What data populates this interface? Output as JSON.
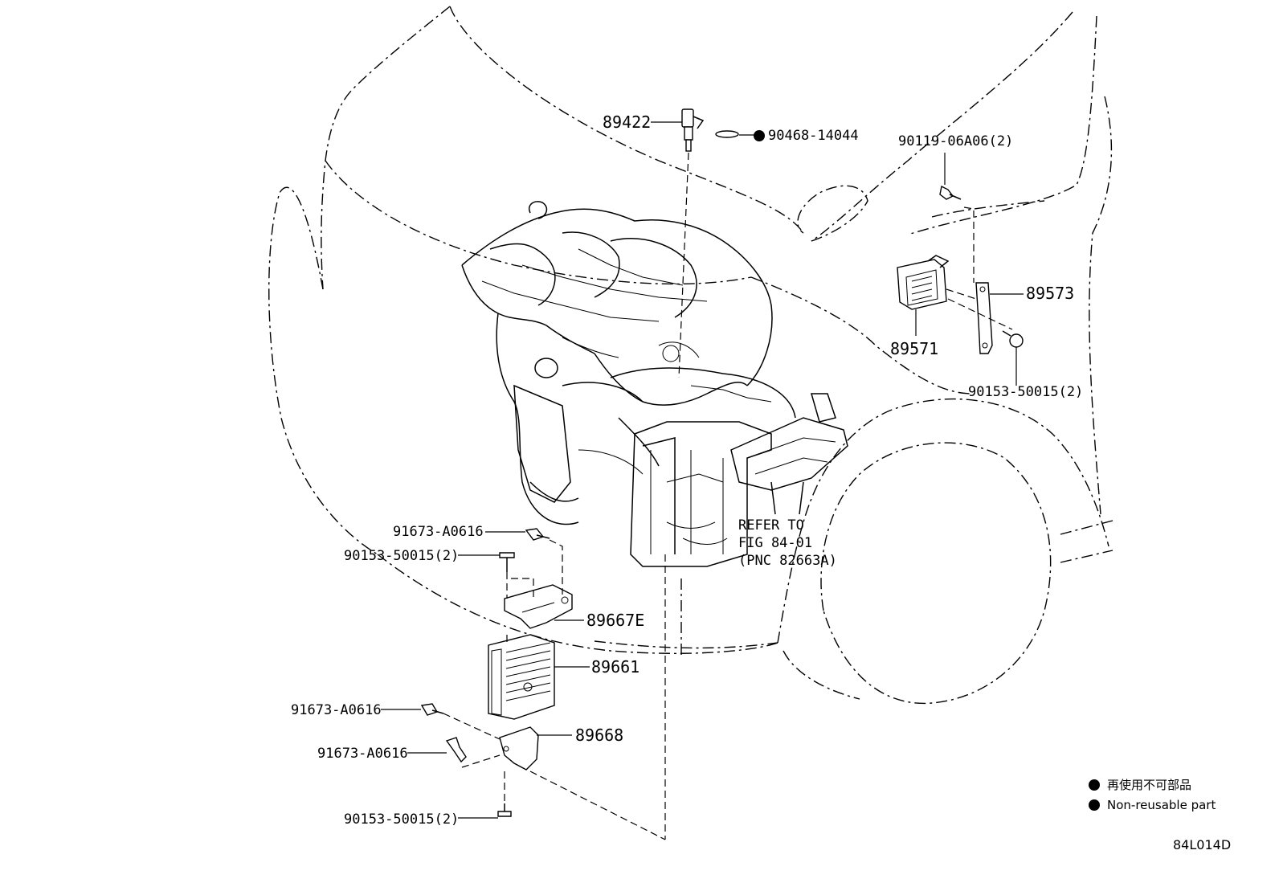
{
  "labels": {
    "p89422": "89422",
    "p90468": "90468-14044",
    "p90119": "90119-06A06(2)",
    "p89573": "89573",
    "p89571": "89571",
    "p90153_top": "90153-50015(2)",
    "refer_line1": "REFER TO",
    "refer_line2": "FIG 84-01",
    "refer_line3": "(PNC 82663A)",
    "p91673_a": "91673-A0616",
    "p90153_mid": "90153-50015(2)",
    "p89667E": "89667E",
    "p89661": "89661",
    "p91673_b": "91673-A0616",
    "p89668": "89668",
    "p91673_c": "91673-A0616",
    "p90153_bot": "90153-50015(2)"
  },
  "legend": {
    "jp": "再使用不可部品",
    "en": "Non-reusable part"
  },
  "figure_code": "84L014D"
}
